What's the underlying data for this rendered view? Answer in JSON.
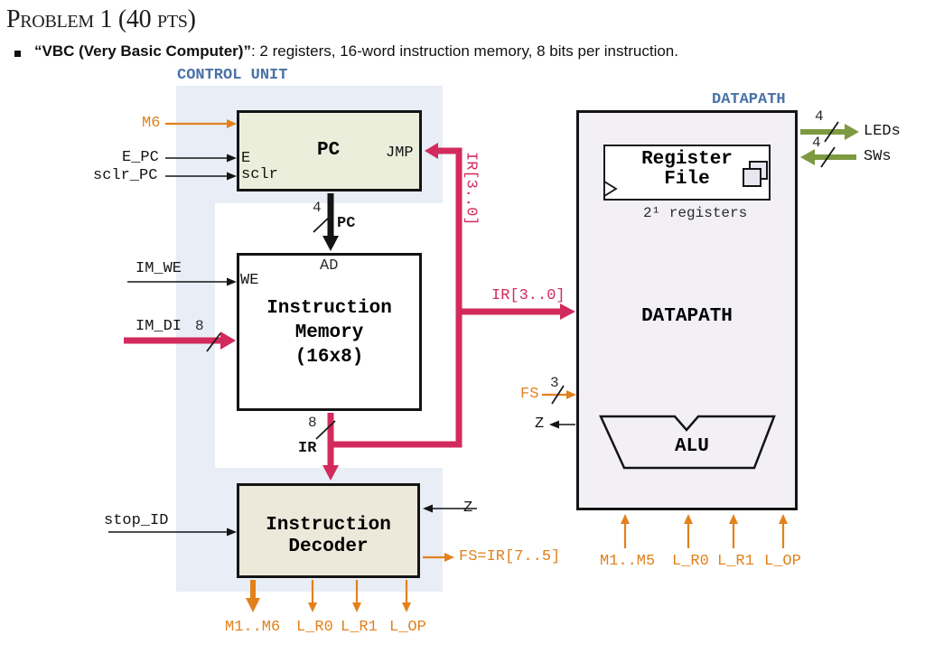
{
  "header": {
    "title": "Problem 1 (40 pts)",
    "bullet_term": "“VBC (Very Basic Computer)”",
    "bullet_rest": ": 2 registers, 16-word instruction memory, 8 bits per instruction."
  },
  "control_unit": {
    "label": "CONTROL UNIT",
    "pc": {
      "title": "PC",
      "port_e": "E",
      "port_sclr": "sclr",
      "port_jmp": "JMP"
    },
    "instruction_memory": {
      "port_ad": "AD",
      "port_we": "WE",
      "title_line1": "Instruction",
      "title_line2": "Memory",
      "title_line3": "(16x8)"
    },
    "instruction_decoder": {
      "title_line1": "Instruction",
      "title_line2": "Decoder"
    },
    "signals": {
      "m6": "M6",
      "e_pc": "E_PC",
      "sclr_pc": "sclr_PC",
      "im_we": "IM_WE",
      "im_di": "IM_DI",
      "im_di_width": "8",
      "pc_bus": "PC",
      "pc_bus_width": "4",
      "ir_bus": "IR",
      "ir_bus_width": "8",
      "stop_id": "stop_ID",
      "z_in": "Z",
      "fs_out": "FS=IR[7..5]",
      "outputs": [
        "M1..M6",
        "L_R0",
        "L_R1",
        "L_OP"
      ]
    }
  },
  "interconnect": {
    "ir_to_jmp_label": "IR[3..0]",
    "ir_to_datapath_label": "IR[3..0]"
  },
  "datapath": {
    "label": "DATAPATH",
    "title": "DATAPATH",
    "register_file": {
      "title_line1": "Register",
      "title_line2": "File",
      "count": "2¹ registers"
    },
    "alu": {
      "title": "ALU"
    },
    "signals": {
      "leds": "LEDs",
      "leds_width": "4",
      "sws": "SWs",
      "sws_width": "4",
      "fs": "FS",
      "fs_width": "3",
      "z_out": "Z",
      "inputs": [
        "M1..M5",
        "L_R0",
        "L_R1",
        "L_OP"
      ]
    }
  },
  "colors": {
    "red": "#d22a5c",
    "orange": "#e2811c",
    "green": "#7d9a42",
    "blue": "#4a72a8",
    "cu_bg": "#e8edf6",
    "pc_fill": "#ebeeda",
    "decoder_fill": "#ece8da",
    "datapath_fill": "#f2f0f5",
    "icon_fill": "#e9e5f1"
  }
}
